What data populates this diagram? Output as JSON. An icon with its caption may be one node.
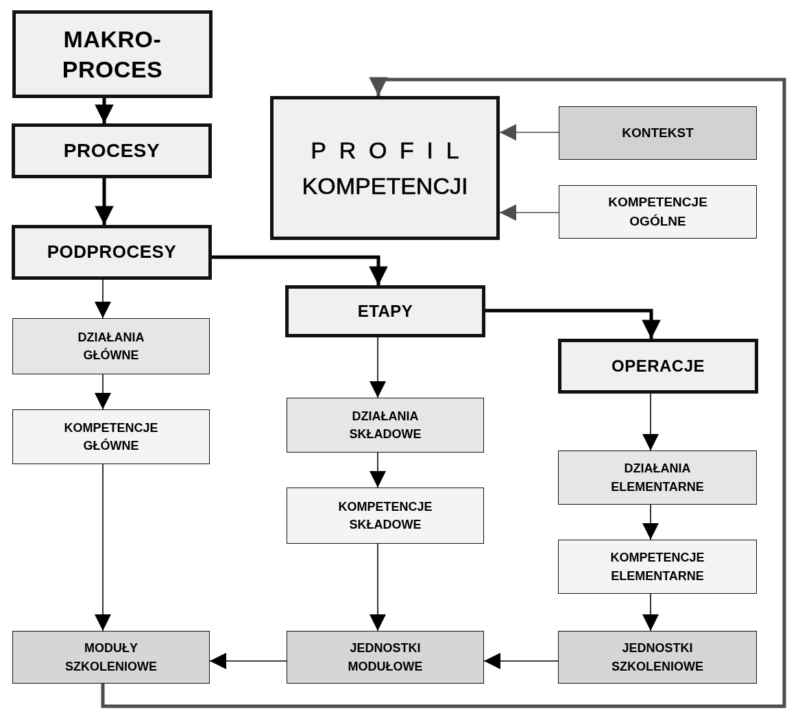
{
  "diagram": {
    "nodes": [
      {
        "text": [
          "MAKRO-PROCES"
        ]
      },
      {
        "text": [
          "PROCESY"
        ]
      },
      {
        "text": [
          "PODPROCESY"
        ]
      },
      {
        "text": [
          "PROFIL",
          "KOMPETENCJI"
        ]
      },
      {
        "text": [
          "KONTEKST"
        ]
      },
      {
        "text": [
          "KOMPETENCJE OGÓLNE"
        ]
      },
      {
        "text": [
          "ETAPY"
        ]
      },
      {
        "text": [
          "DZIAŁANIA GŁÓWNE"
        ]
      },
      {
        "text": [
          "KOMPETENCJE GŁÓWNE"
        ]
      },
      {
        "text": [
          "OPERACJE"
        ]
      },
      {
        "text": [
          "DZIAŁANIA SKŁADOWE"
        ]
      },
      {
        "text": [
          "KOMPETENCJE SKŁADOWE"
        ]
      },
      {
        "text": [
          "DZIAŁANIA ELEMENTARNE"
        ]
      },
      {
        "text": [
          "KOMPETENCJE ELEMENTARNE"
        ]
      },
      {
        "text": [
          "MODUŁY SZKOLENIOWE"
        ]
      },
      {
        "text": [
          "JEDNOSTKI MODUŁOWE"
        ]
      },
      {
        "text": [
          "JEDNOSTKI SZKOLENIOWE"
        ]
      }
    ],
    "edges": [
      {
        "from": 0,
        "to": 1,
        "arrow": "to",
        "style": "thick"
      },
      {
        "from": 1,
        "to": 2,
        "arrow": "to",
        "style": "thick"
      },
      {
        "from": 2,
        "to": 6,
        "arrow": "to",
        "style": "thick"
      },
      {
        "from": 6,
        "to": 9,
        "arrow": "to",
        "style": "thick"
      },
      {
        "from": 4,
        "to": 3,
        "arrow": "to",
        "color": "#4d4d4d"
      },
      {
        "from": 5,
        "to": 3,
        "arrow": "to",
        "color": "#4d4d4d"
      },
      {
        "from": 2,
        "to": 7,
        "arrow": "to"
      },
      {
        "from": 7,
        "to": 8,
        "arrow": "to"
      },
      {
        "from": 8,
        "to": 14,
        "arrow": "to"
      },
      {
        "from": 6,
        "to": 10,
        "arrow": "to"
      },
      {
        "from": 10,
        "to": 11,
        "arrow": "to"
      },
      {
        "from": 11,
        "to": 15,
        "arrow": "to"
      },
      {
        "from": 9,
        "to": 12,
        "arrow": "to"
      },
      {
        "from": 12,
        "to": 13,
        "arrow": "to"
      },
      {
        "from": 13,
        "to": 16,
        "arrow": "to"
      },
      {
        "from": 16,
        "to": 15,
        "arrow": "to"
      },
      {
        "from": 15,
        "to": 14,
        "arrow": "to"
      },
      {
        "from": 14,
        "to": 3,
        "arrow": "to",
        "style": "thick",
        "color": "#4d4d4d"
      }
    ]
  }
}
